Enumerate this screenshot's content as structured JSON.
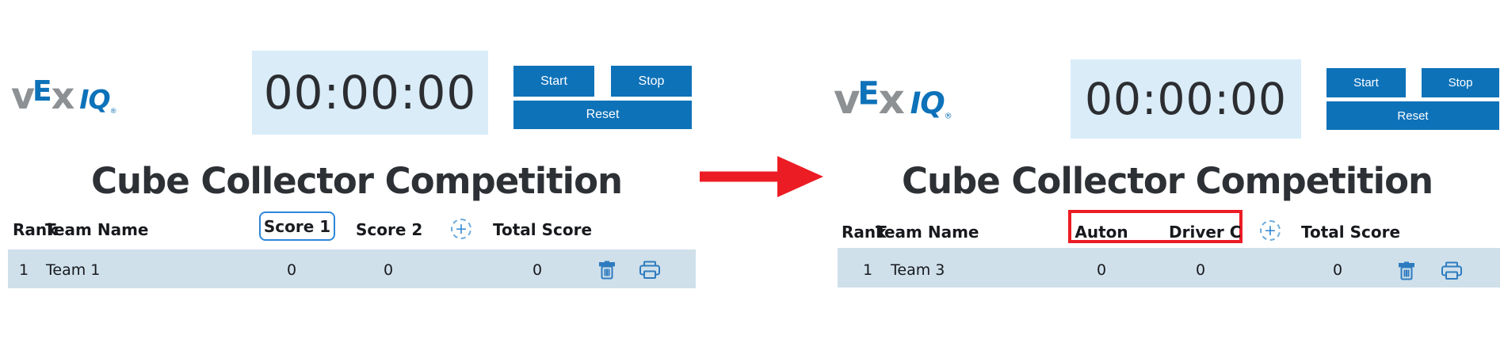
{
  "colors": {
    "vex_blue": "#0e72b9",
    "timer_background": "#d9ecf8",
    "row_background": "#cfe0eb",
    "highlight_red": "#ec1c24",
    "score_input_border_blue": "#2e86d8",
    "icon_blue": "#2e7bbf",
    "gray_logo": "#8e9194"
  },
  "left": {
    "logo": {
      "v": "v",
      "e": "E",
      "x": "x",
      "iq": "IQ",
      "reg": "®"
    },
    "timer": "00:00:00",
    "buttons": {
      "start": "Start",
      "stop": "Stop",
      "reset": "Reset"
    },
    "title": "Cube Collector Competition",
    "header": {
      "rank": "Rank",
      "team": "Team Name",
      "score1": "Score 1",
      "score2": "Score 2",
      "add": "+",
      "total": "Total Score"
    },
    "row": {
      "rank": "1",
      "team": "Team 1",
      "score1": "0",
      "score2": "0",
      "total": "0"
    }
  },
  "right": {
    "logo": {
      "v": "v",
      "e": "E",
      "x": "x",
      "iq": "IQ",
      "reg": "®"
    },
    "timer": "00:00:00",
    "buttons": {
      "start": "Start",
      "stop": "Stop",
      "reset": "Reset"
    },
    "title": "Cube Collector Competition",
    "header": {
      "rank": "Rank",
      "team": "Team Name",
      "score1": "Auton",
      "score2": "Driver C",
      "add": "+",
      "total": "Total Score"
    },
    "row": {
      "rank": "1",
      "team": "Team 3",
      "score1": "0",
      "score2": "0",
      "total": "0"
    }
  }
}
